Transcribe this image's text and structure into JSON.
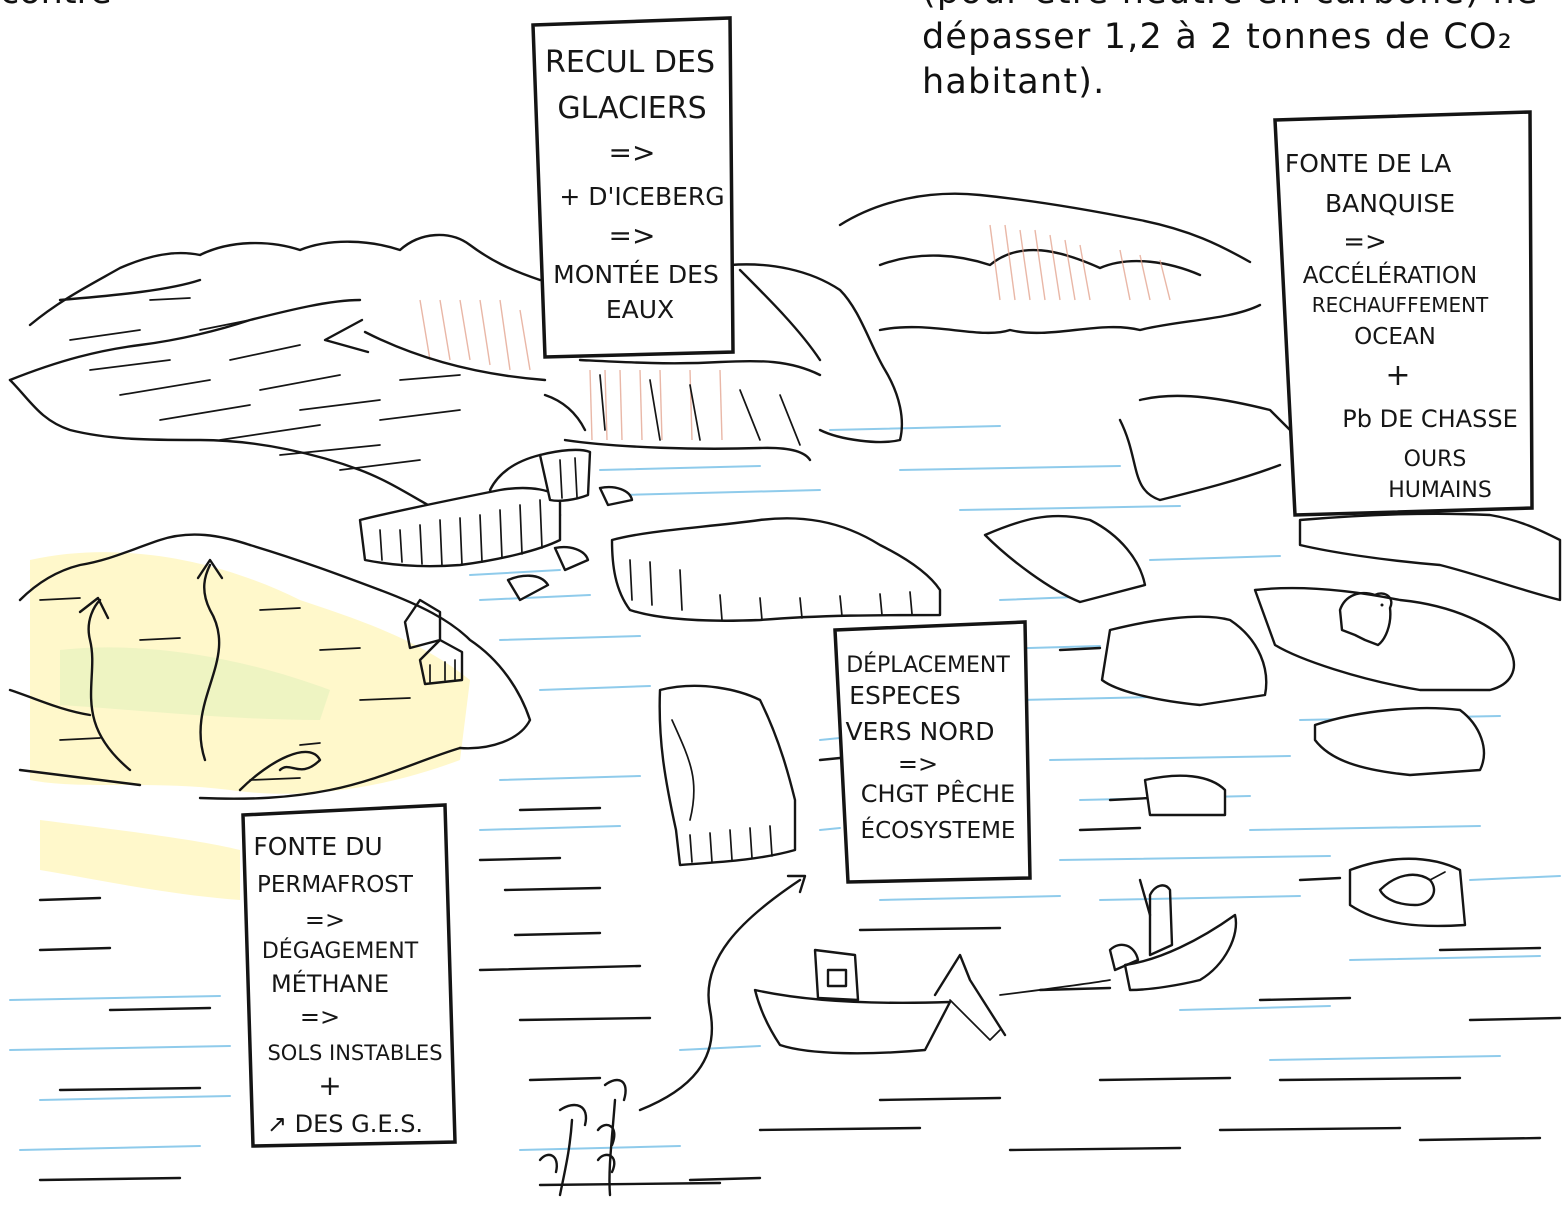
{
  "header_text": {
    "left_fragment": "contre",
    "line1": "(pour être neutre en carbone) ne",
    "line2": "dépasser 1,2 à 2 tonnes de CO₂",
    "line3": "habitant)."
  },
  "notes": {
    "glaciers": [
      "RECUL DES",
      "GLACIERS",
      "=>",
      "+ D'ICEBERG",
      "=>",
      "MONTÉE DES",
      "EAUX"
    ],
    "banquise": [
      "FONTE DE LA",
      "BANQUISE",
      "=>",
      "ACCÉLÉRATION",
      "RECHAUFFEMENT",
      "OCEAN",
      "+",
      "Pb DE CHASSE",
      "OURS",
      "HUMAINS"
    ],
    "especes": [
      "DÉPLACEMENT",
      "ESPECES",
      "VERS NORD",
      "=>",
      "CHGT PÊCHE",
      "ÉCOSYSTEME"
    ],
    "permafrost": [
      "FONTE DU",
      "PERMAFROST",
      "=>",
      "DÉGAGEMENT",
      "MÉTHANE",
      "=>",
      "SOLS INSTABLES",
      "+",
      "↗ DES G.E.S."
    ]
  },
  "colors": {
    "ink": "#151515",
    "water": "#7cc2e8",
    "cliff": "#e2a08a",
    "land_yellow": "#fff2a0",
    "land_green": "#d9efb8"
  },
  "illustrations": {
    "icons": [
      "polar-bear-icon",
      "seal-icon",
      "house-icon",
      "trawler-boat-icon",
      "hunter-boat-icon",
      "seaweed-icon",
      "glacier-retreat-arrow-icon",
      "methane-rising-arrow-icon",
      "migration-arrow-icon"
    ]
  }
}
